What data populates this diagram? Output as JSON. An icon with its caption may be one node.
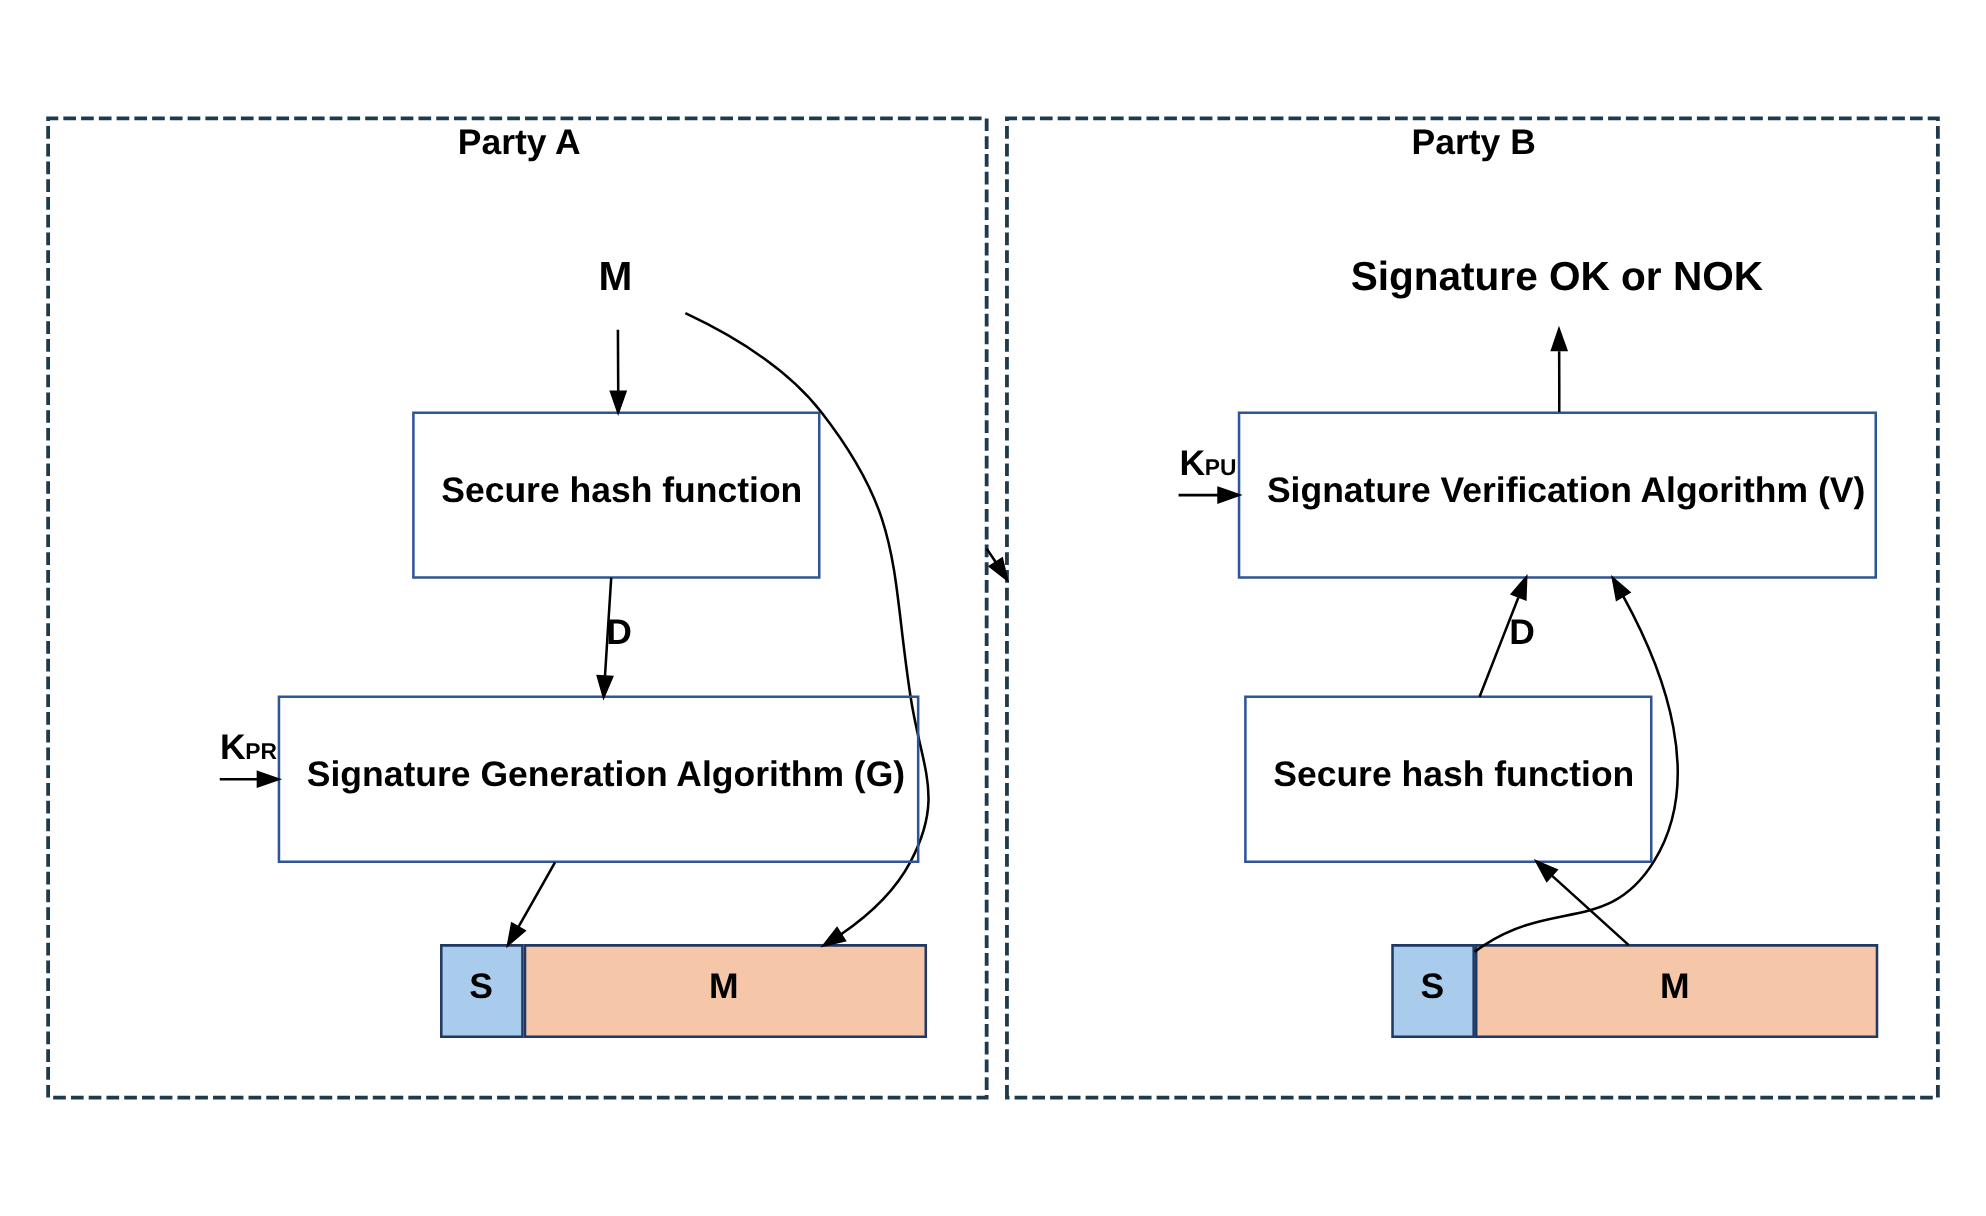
{
  "diagram": {
    "nodes": [
      {
        "text": [
          "Party A"
        ]
      },
      {
        "text": [
          "M"
        ],
        "in": 0
      },
      {
        "text": [
          "Secure hash function"
        ],
        "in": 0
      },
      {
        "text": [
          "Signature Generation Algorithm (G)"
        ],
        "in": 0
      },
      {
        "text": [
          "S"
        ],
        "in": 0
      },
      {
        "text": [
          "M"
        ],
        "in": 0
      },
      {
        "text": [
          "Party B"
        ]
      },
      {
        "text": [
          "Signature OK or NOK"
        ],
        "in": 6
      },
      {
        "text": [
          "Signature Verification Algorithm (V)"
        ],
        "in": 6
      },
      {
        "text": [
          "Secure hash function"
        ],
        "in": 6
      },
      {
        "text": [
          "S"
        ],
        "in": 6
      },
      {
        "text": [
          "M"
        ],
        "in": 6
      }
    ],
    "edges": [
      {
        "from": 1,
        "to": 2,
        "arrow": "to"
      },
      {
        "from": 1,
        "to": 5,
        "arrow": "to"
      },
      {
        "from": 2,
        "to": 3,
        "arrow": "to",
        "label": "D"
      },
      {
        "from": null,
        "to": 3,
        "arrow": "to",
        "label": "K$_{PR}$"
      },
      {
        "from": 3,
        "to": 4,
        "arrow": "to"
      },
      {
        "from": 0,
        "to": 6,
        "arrow": "to"
      },
      {
        "from": 8,
        "to": 7,
        "arrow": "to"
      },
      {
        "from": null,
        "to": 8,
        "arrow": "to",
        "label": "K$_{PU}$"
      },
      {
        "from": 10,
        "to": 8,
        "arrow": "to"
      },
      {
        "from": 11,
        "to": 9,
        "arrow": "to"
      },
      {
        "from": 9,
        "to": 8,
        "arrow": "to",
        "label": "D"
      }
    ]
  }
}
